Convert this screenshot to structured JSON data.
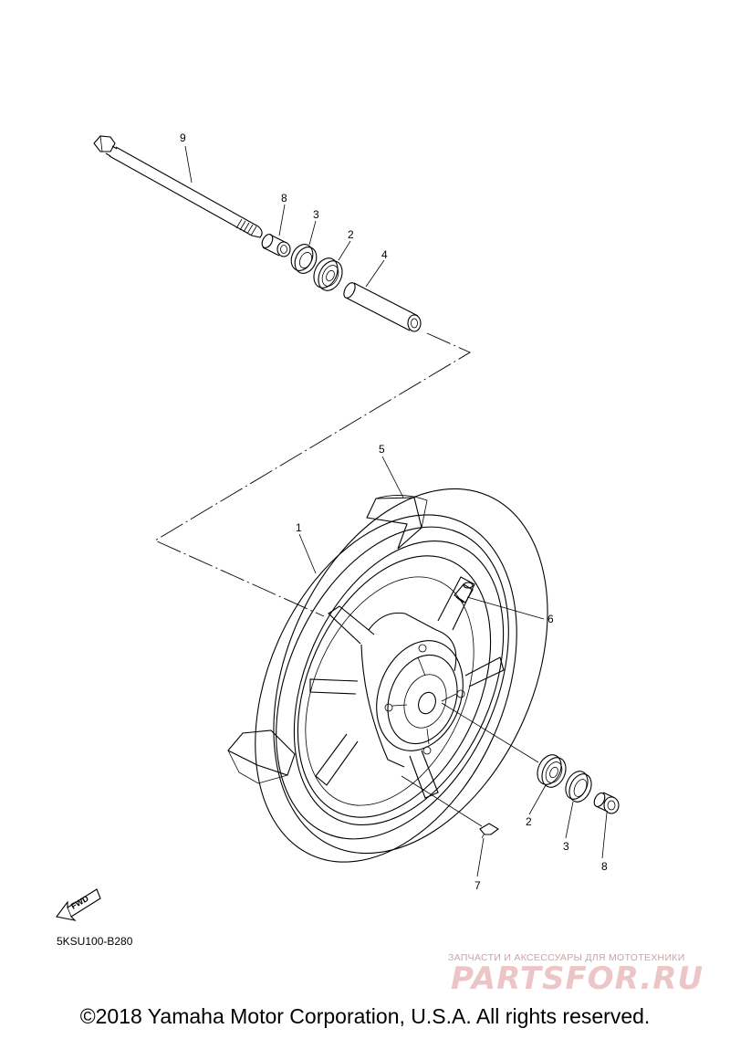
{
  "parts": {
    "axle": "9",
    "collar_top": "8",
    "oil_seal_top": "3",
    "bearing_top": "2",
    "spacer": "4",
    "tire": "5",
    "wheel": "1",
    "valve": "6",
    "bearing_bottom": "2",
    "oil_seal_bottom": "3",
    "collar_bottom": "8",
    "balance_weight": "7"
  },
  "fwd_label": "FWD",
  "diagram_code": "5KSU100-B280",
  "watermark": {
    "tagline": "ЗАПЧАСТИ И АКСЕССУАРЫ ДЛЯ МОТОТЕХНИКИ",
    "logo": "PARTSFOR.RU"
  },
  "copyright": "©2018 Yamaha Motor Corporation, U.S.A. All rights reserved."
}
